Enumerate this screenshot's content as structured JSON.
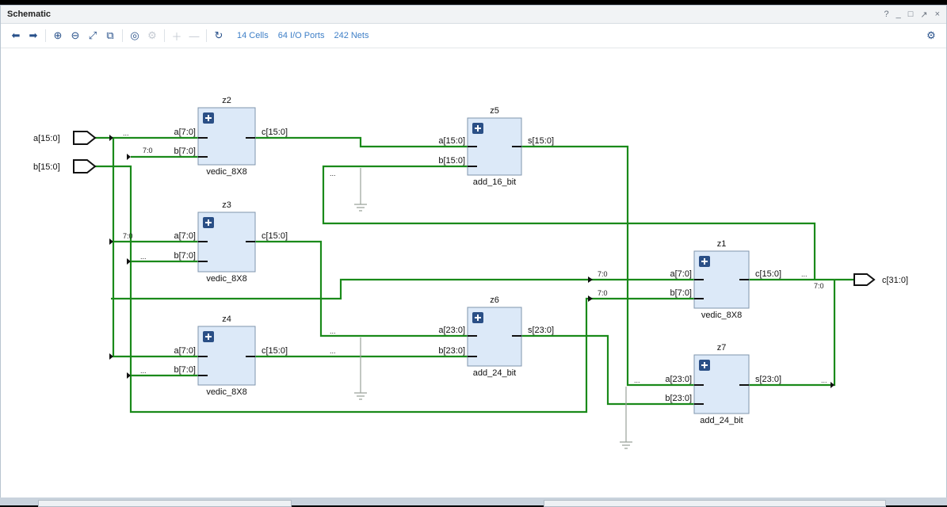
{
  "window": {
    "title": "Schematic",
    "controls": [
      "?",
      "_",
      "□",
      "↗",
      "×"
    ]
  },
  "toolbar": {
    "buttons": [
      "back-icon",
      "forward-icon",
      "zoom-in-icon",
      "zoom-out-icon",
      "zoom-fit-icon",
      "fit-selection-icon",
      "route-icon",
      "expand-icon",
      "plus-icon",
      "minus-icon",
      "refresh-icon"
    ],
    "cells": "14 Cells",
    "ports": "64 I/O Ports",
    "nets": "242 Nets"
  },
  "schematic": {
    "wire_color": "#1a8a1a",
    "cell_fill": "#dce9f8",
    "ports_in": [
      "a[15:0]",
      "b[15:0]"
    ],
    "port_out": "c[31:0]",
    "cells": [
      {
        "inst": "z2",
        "type": "vedic_8X8",
        "inputs": [
          "a[7:0]",
          "b[7:0]"
        ],
        "output": "c[15:0]"
      },
      {
        "inst": "z3",
        "type": "vedic_8X8",
        "inputs": [
          "a[7:0]",
          "b[7:0]"
        ],
        "output": "c[15:0]"
      },
      {
        "inst": "z4",
        "type": "vedic_8X8",
        "inputs": [
          "a[7:0]",
          "b[7:0]"
        ],
        "output": "c[15:0]"
      },
      {
        "inst": "z5",
        "type": "add_16_bit",
        "inputs": [
          "a[15:0]",
          "b[15:0]"
        ],
        "output": "s[15:0]"
      },
      {
        "inst": "z6",
        "type": "add_24_bit",
        "inputs": [
          "a[23:0]",
          "b[23:0]"
        ],
        "output": "s[23:0]"
      },
      {
        "inst": "z1",
        "type": "vedic_8X8",
        "inputs": [
          "a[7:0]",
          "b[7:0]"
        ],
        "output": "c[15:0]"
      },
      {
        "inst": "z7",
        "type": "add_24_bit",
        "inputs": [
          "a[23:0]",
          "b[23:0]"
        ],
        "output": "s[23:0]"
      }
    ],
    "range_label": "7:0",
    "ellipsis": "..."
  }
}
